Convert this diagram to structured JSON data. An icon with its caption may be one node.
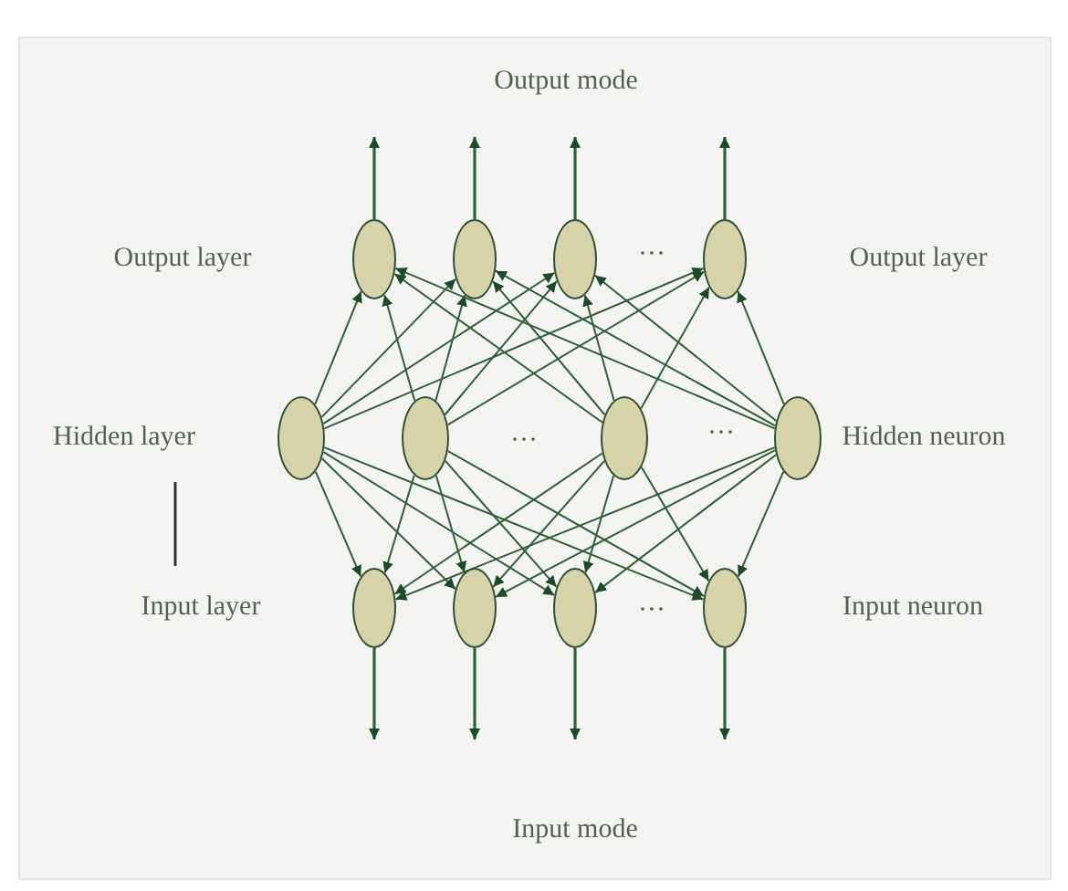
{
  "diagram": {
    "nodes": [
      {
        "text": [],
        "shape": "circle"
      },
      {
        "text": [],
        "shape": "circle"
      },
      {
        "text": [],
        "shape": "circle"
      },
      {
        "text": [],
        "shape": "circle"
      },
      {
        "text": [],
        "shape": "circle"
      },
      {
        "text": [],
        "shape": "circle"
      },
      {
        "text": [],
        "shape": "circle"
      },
      {
        "text": [],
        "shape": "circle"
      },
      {
        "text": [],
        "shape": "circle"
      },
      {
        "text": [],
        "shape": "circle"
      },
      {
        "text": [],
        "shape": "circle"
      },
      {
        "text": [],
        "shape": "circle"
      }
    ],
    "edges": [
      {
        "from": 4,
        "to": 0,
        "arrow": "to"
      },
      {
        "from": 4,
        "to": 1,
        "arrow": "to"
      },
      {
        "from": 4,
        "to": 2,
        "arrow": "to"
      },
      {
        "from": 4,
        "to": 3,
        "arrow": "to"
      },
      {
        "from": 5,
        "to": 0,
        "arrow": "to"
      },
      {
        "from": 5,
        "to": 1,
        "arrow": "to"
      },
      {
        "from": 5,
        "to": 2,
        "arrow": "to"
      },
      {
        "from": 5,
        "to": 3,
        "arrow": "to"
      },
      {
        "from": 6,
        "to": 0,
        "arrow": "to"
      },
      {
        "from": 6,
        "to": 1,
        "arrow": "to"
      },
      {
        "from": 6,
        "to": 2,
        "arrow": "to"
      },
      {
        "from": 6,
        "to": 3,
        "arrow": "to"
      },
      {
        "from": 7,
        "to": 0,
        "arrow": "to"
      },
      {
        "from": 7,
        "to": 1,
        "arrow": "to"
      },
      {
        "from": 7,
        "to": 2,
        "arrow": "to"
      },
      {
        "from": 7,
        "to": 3,
        "arrow": "to"
      },
      {
        "from": 4,
        "to": 8,
        "arrow": "to"
      },
      {
        "from": 4,
        "to": 9,
        "arrow": "to"
      },
      {
        "from": 4,
        "to": 10,
        "arrow": "to"
      },
      {
        "from": 4,
        "to": 11,
        "arrow": "to"
      },
      {
        "from": 5,
        "to": 8,
        "arrow": "to"
      },
      {
        "from": 5,
        "to": 9,
        "arrow": "to"
      },
      {
        "from": 5,
        "to": 10,
        "arrow": "to"
      },
      {
        "from": 5,
        "to": 11,
        "arrow": "to"
      },
      {
        "from": 6,
        "to": 8,
        "arrow": "to"
      },
      {
        "from": 6,
        "to": 9,
        "arrow": "to"
      },
      {
        "from": 6,
        "to": 10,
        "arrow": "to"
      },
      {
        "from": 6,
        "to": 11,
        "arrow": "to"
      },
      {
        "from": 7,
        "to": 8,
        "arrow": "to"
      },
      {
        "from": 7,
        "to": 9,
        "arrow": "to"
      },
      {
        "from": 7,
        "to": 10,
        "arrow": "to"
      },
      {
        "from": 7,
        "to": 11,
        "arrow": "to"
      },
      {
        "from": 0,
        "to": null,
        "arrow": "to"
      },
      {
        "from": 1,
        "to": null,
        "arrow": "to"
      },
      {
        "from": 2,
        "to": null,
        "arrow": "to"
      },
      {
        "from": 3,
        "to": null,
        "arrow": "to"
      },
      {
        "from": 8,
        "to": null,
        "arrow": "to"
      },
      {
        "from": 9,
        "to": null,
        "arrow": "to"
      },
      {
        "from": 10,
        "to": null,
        "arrow": "to"
      },
      {
        "from": 11,
        "to": null,
        "arrow": "to"
      }
    ],
    "labels": [
      "Output mode",
      "Output layer",
      "···",
      "Output layer",
      "Hidden layer",
      "···",
      "···",
      "Hidden neuron",
      "Input layer",
      "···",
      "Input neuron",
      "Input mode"
    ]
  }
}
